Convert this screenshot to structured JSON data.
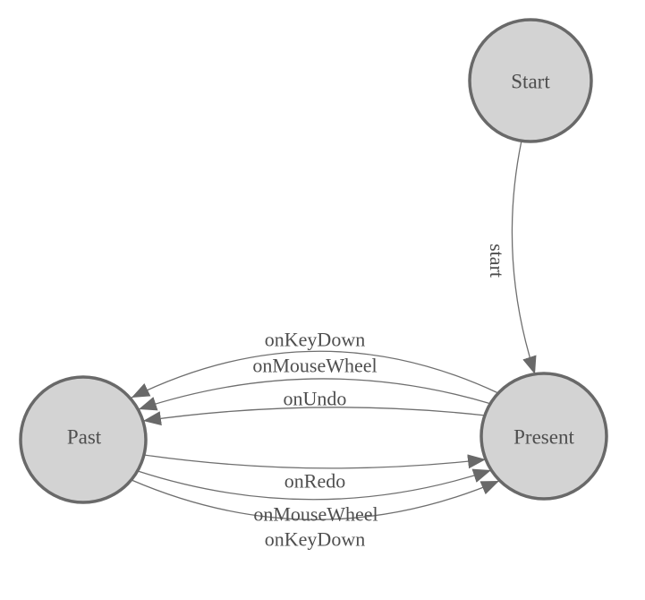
{
  "diagram": {
    "type": "state-machine",
    "background": "#ffffff",
    "colors": {
      "node_fill": "#d3d3d3",
      "node_stroke": "#696969",
      "edge_stroke": "#6f6f6f",
      "arrow_fill": "#696969",
      "text": "#4e4e4e"
    },
    "nodes": [
      {
        "id": "start",
        "label": "Start"
      },
      {
        "id": "past",
        "label": "Past"
      },
      {
        "id": "present",
        "label": "Present"
      }
    ],
    "edges": [
      {
        "from": "Start",
        "to": "Present",
        "label": "start"
      },
      {
        "from": "Present",
        "to": "Past",
        "label": "onKeyDown"
      },
      {
        "from": "Present",
        "to": "Past",
        "label": "onMouseWheel"
      },
      {
        "from": "Present",
        "to": "Past",
        "label": "onUndo"
      },
      {
        "from": "Past",
        "to": "Present",
        "label": "onRedo"
      },
      {
        "from": "Past",
        "to": "Present",
        "label": "onMouseWheel"
      },
      {
        "from": "Past",
        "to": "Present",
        "label": "onKeyDown"
      }
    ]
  }
}
